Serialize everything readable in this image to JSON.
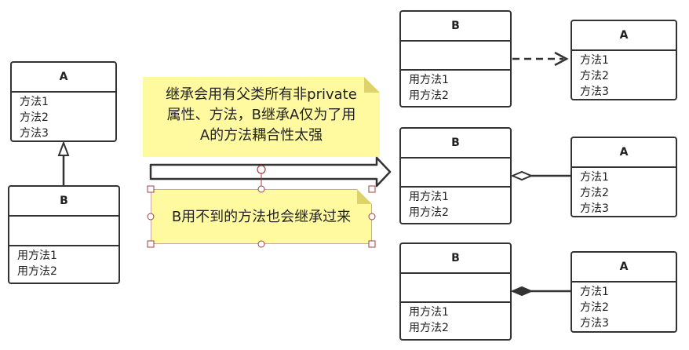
{
  "diagram": {
    "left": {
      "class_a": {
        "name": "A",
        "methods": [
          "方法1",
          "方法2",
          "方法3"
        ]
      },
      "class_b": {
        "name": "B",
        "methods": [
          "用方法1",
          "用方法2"
        ]
      }
    },
    "note_top": {
      "lines": [
        "继承会用有父类所有非private",
        "属性、方法，B继承A仅为了用",
        "A的方法耦合性太强"
      ]
    },
    "note_bottom": {
      "text": "B用不到的方法也会继承过来"
    },
    "right": [
      {
        "b": {
          "name": "B",
          "methods": [
            "用方法1",
            "用方法2"
          ]
        },
        "a": {
          "name": "A",
          "methods": [
            "方法1",
            "方法2",
            "方法3"
          ]
        }
      },
      {
        "b": {
          "name": "B",
          "methods": [
            "用方法1",
            "用方法2"
          ]
        },
        "a": {
          "name": "A",
          "methods": [
            "方法1",
            "方法2",
            "方法3"
          ]
        }
      },
      {
        "b": {
          "name": "B",
          "methods": [
            "用方法1",
            "用方法2"
          ]
        },
        "a": {
          "name": "A",
          "methods": [
            "方法1",
            "方法2",
            "方法3"
          ]
        }
      }
    ],
    "colors": {
      "note_fill": "#fffaa0",
      "line": "#333333",
      "handle": "#a04040"
    }
  }
}
